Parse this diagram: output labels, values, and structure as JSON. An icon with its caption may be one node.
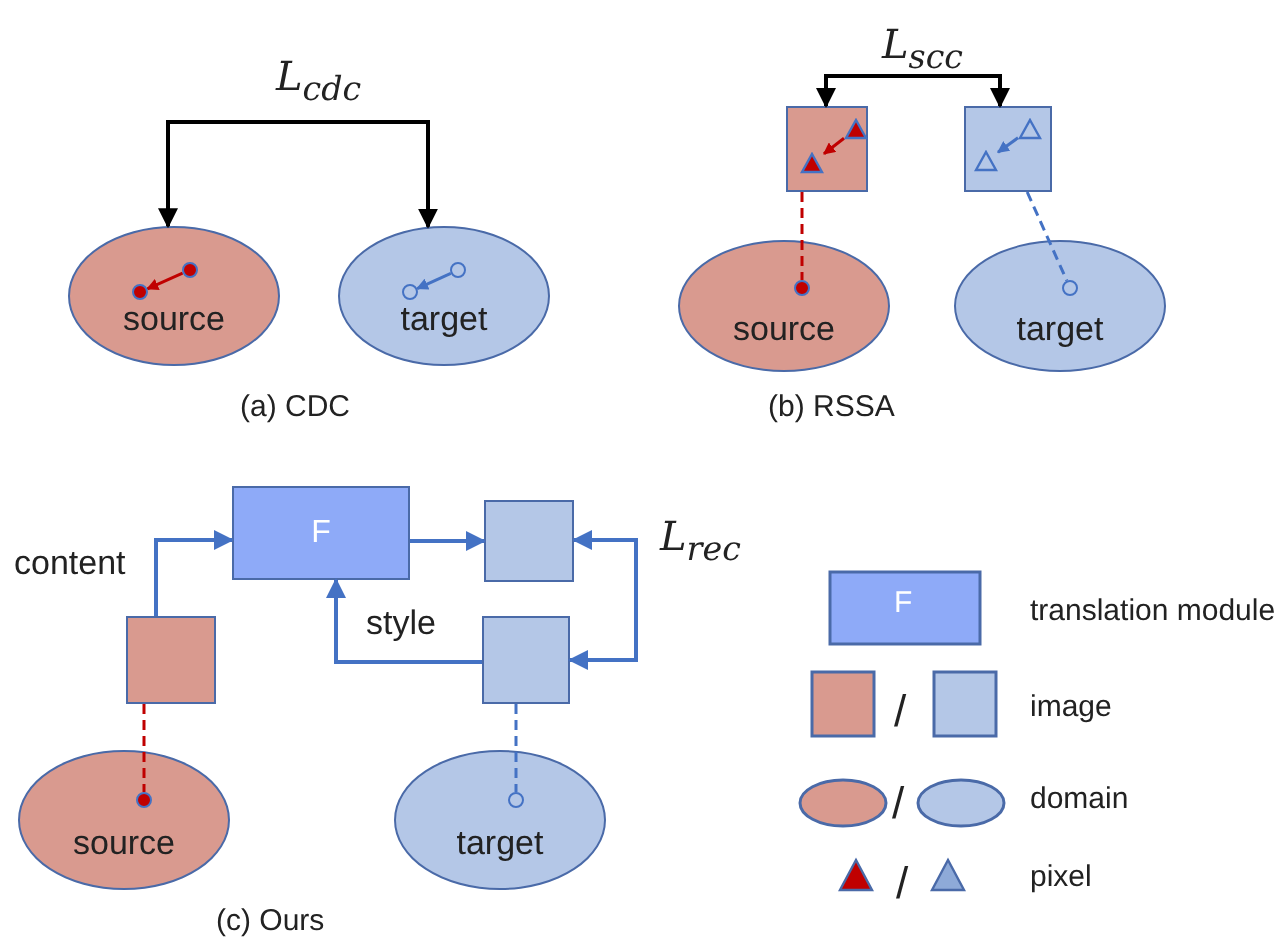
{
  "diagram": {
    "nodes": [
      {
        "text": [
          "source"
        ]
      },
      {
        "text": [],
        "shape": "circle",
        "in": 0
      },
      {
        "text": [],
        "shape": "circle",
        "in": 0
      },
      {
        "text": [
          "target"
        ]
      },
      {
        "text": [],
        "shape": "circle",
        "in": 3
      },
      {
        "text": [],
        "shape": "circle",
        "in": 3
      },
      {
        "text": [],
        "shape": "box"
      },
      {
        "text": [],
        "shape": "triangle",
        "in": 6
      },
      {
        "text": [],
        "shape": "triangle",
        "in": 6
      },
      {
        "text": [],
        "shape": "box"
      },
      {
        "text": [],
        "shape": "triangle",
        "in": 9
      },
      {
        "text": [],
        "shape": "triangle",
        "in": 9
      },
      {
        "text": [
          "source"
        ]
      },
      {
        "text": [],
        "shape": "circle",
        "in": 12
      },
      {
        "text": [
          "target"
        ]
      },
      {
        "text": [],
        "shape": "circle",
        "in": 14
      },
      {
        "text": [
          "F"
        ]
      },
      {
        "text": [],
        "shape": "box"
      },
      {
        "text": [],
        "shape": "box"
      },
      {
        "text": [],
        "shape": "box"
      },
      {
        "text": [
          "source"
        ]
      },
      {
        "text": [],
        "shape": "circle",
        "in": 20
      },
      {
        "text": [
          "target"
        ]
      },
      {
        "text": [],
        "shape": "circle",
        "in": 22
      }
    ],
    "edges": [
      {
        "from": 0,
        "to": 3,
        "arrow": "both",
        "label": "L$_{cdc}$",
        "color": "#000000"
      },
      {
        "from": 1,
        "to": 2,
        "arrow": "to",
        "color": "#c00000"
      },
      {
        "from": 4,
        "to": 5,
        "arrow": "to"
      },
      {
        "from": 6,
        "to": 9,
        "arrow": "both",
        "label": "L$_{scc}$",
        "color": "#000000"
      },
      {
        "from": 7,
        "to": 8,
        "arrow": "to",
        "color": "#c00000"
      },
      {
        "from": 10,
        "to": 11,
        "arrow": "to"
      },
      {
        "from": 6,
        "to": 13,
        "arrow": "none",
        "style": "dashed",
        "color": "#c00000"
      },
      {
        "from": 9,
        "to": 15,
        "arrow": "none",
        "style": "dashed"
      },
      {
        "from": 18,
        "to": 16,
        "arrow": "to",
        "label": "content"
      },
      {
        "from": 16,
        "to": 17,
        "arrow": "to"
      },
      {
        "from": 19,
        "to": 16,
        "arrow": "to",
        "label": "style"
      },
      {
        "from": 17,
        "to": 19,
        "arrow": "both",
        "label": "L$_{rec}$"
      },
      {
        "from": 18,
        "to": 21,
        "arrow": "none",
        "style": "dashed",
        "color": "#c00000"
      },
      {
        "from": 19,
        "to": 23,
        "arrow": "none",
        "style": "dashed"
      }
    ],
    "labels": [
      "(a) CDC",
      "(b) RSSA",
      "(c) Ours",
      "F",
      "/",
      "/",
      "/"
    ],
    "legend": [
      {
        "text": "translation module"
      },
      {
        "text": "image"
      },
      {
        "text": "domain"
      },
      {
        "text": "pixel"
      }
    ]
  }
}
